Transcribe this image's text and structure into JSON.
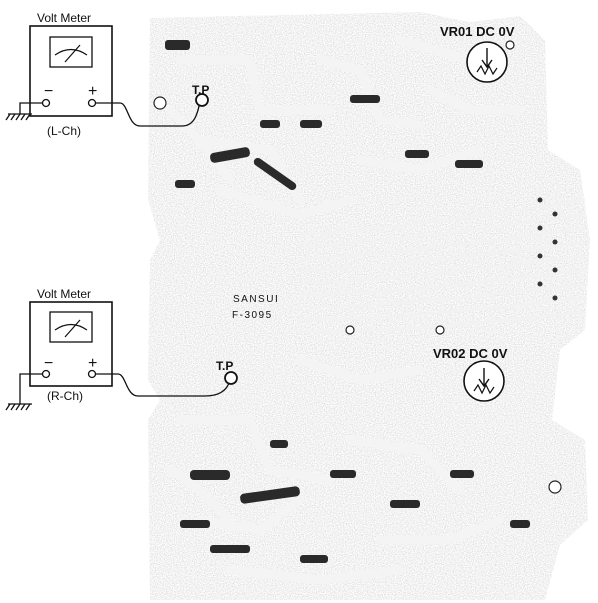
{
  "meters": [
    {
      "title": "Volt Meter",
      "minus": "−",
      "plus": "+",
      "channel": "(L-Ch)"
    },
    {
      "title": "Volt Meter",
      "minus": "−",
      "plus": "+",
      "channel": "(R-Ch)"
    }
  ],
  "test_points": [
    {
      "label": "T.P"
    },
    {
      "label": "T.P"
    }
  ],
  "adjusters": [
    {
      "label": "VR01 DC 0V"
    },
    {
      "label": "VR02 DC 0V"
    }
  ],
  "board": {
    "brand": "SANSUI",
    "model": "F-3095"
  },
  "colors": {
    "ink": "#111111",
    "board": "#d4d4d4",
    "trace": "#f4f4f4",
    "pad": "#2a2a2a"
  }
}
